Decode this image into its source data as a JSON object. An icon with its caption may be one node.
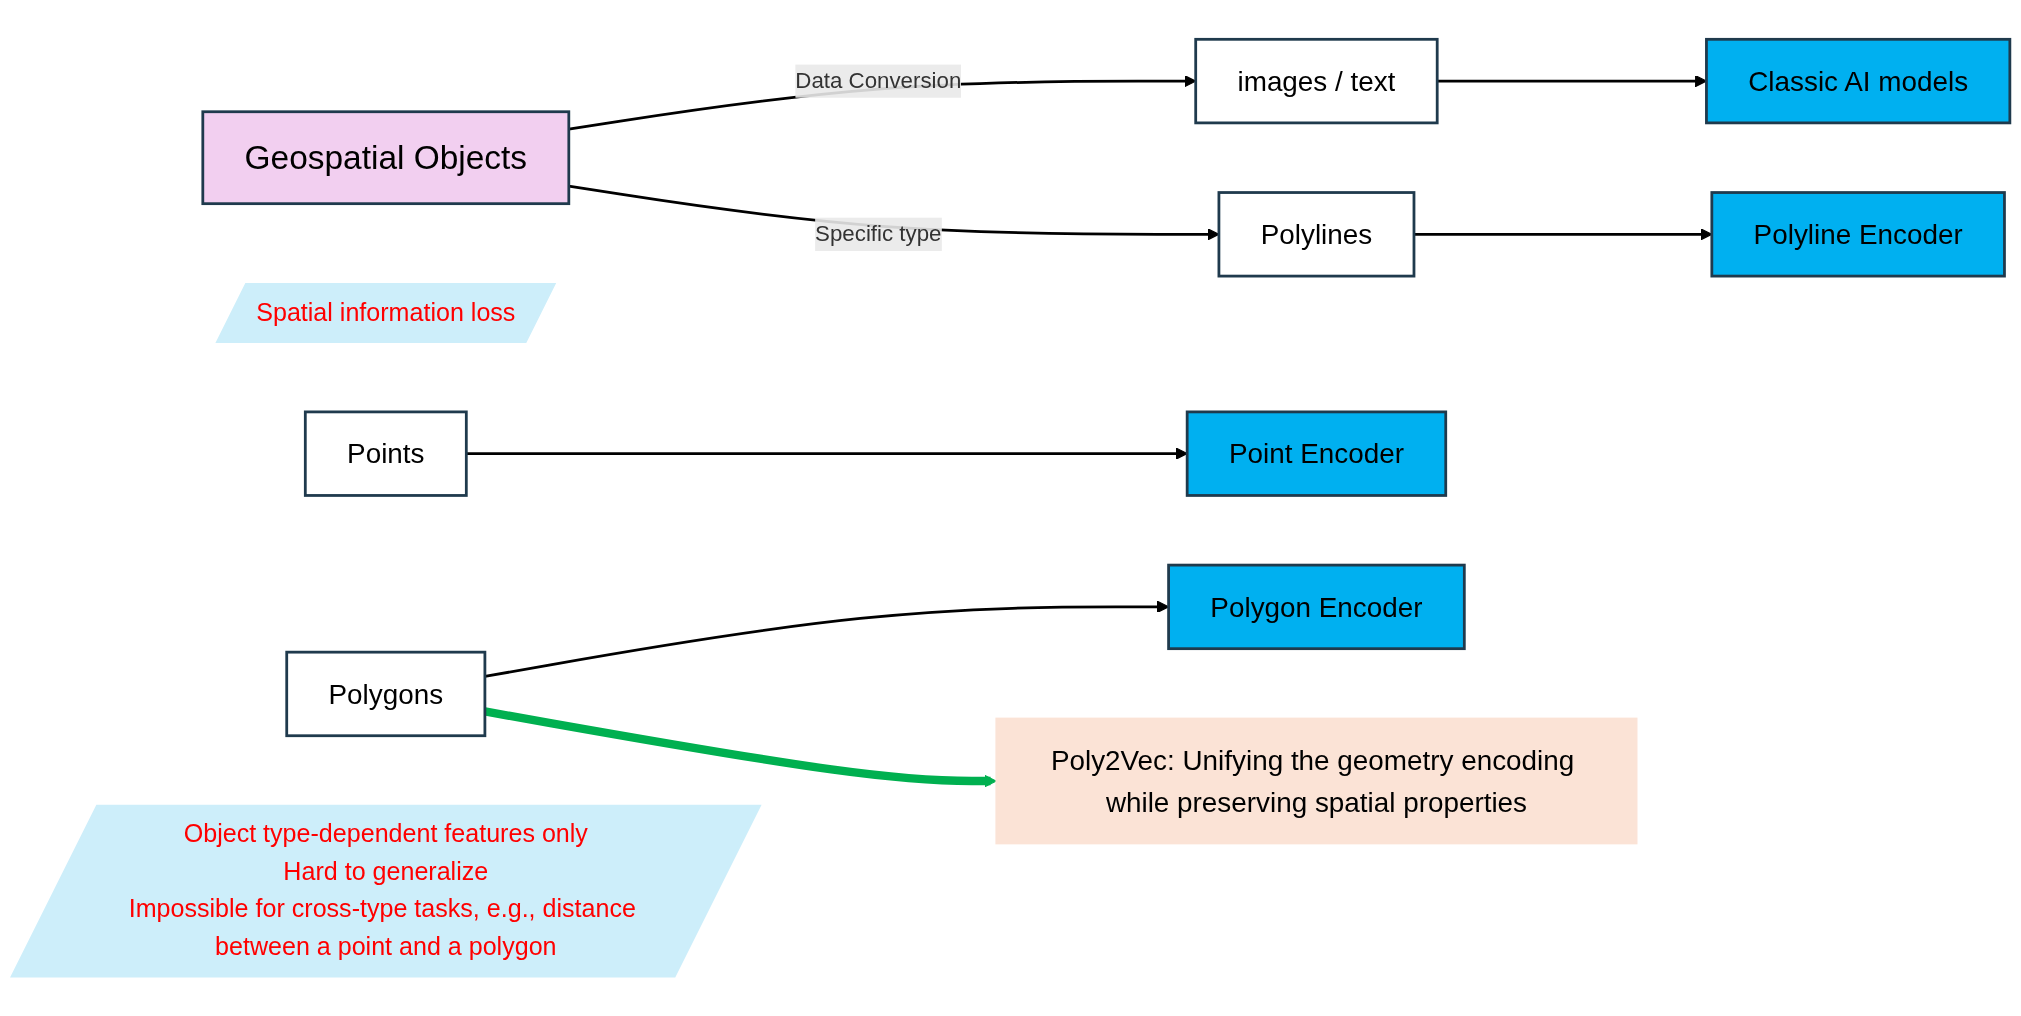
{
  "diagram": {
    "nodes": [
      {
        "text": [
          "Geospatial Objects"
        ]
      },
      {
        "text": [
          "Spatial information loss"
        ]
      },
      {
        "text": [
          "images / text"
        ]
      },
      {
        "text": [
          "Classic AI models"
        ]
      },
      {
        "text": [
          "Points"
        ]
      },
      {
        "text": [
          "Point Encoder"
        ]
      },
      {
        "text": [
          "Polylines"
        ]
      },
      {
        "text": [
          "Polyline Encoder"
        ]
      },
      {
        "text": [
          "Polygons"
        ]
      },
      {
        "text": [
          "Polygon Encoder"
        ]
      },
      {
        "text": [
          "Object type-dependent features only",
          "Hard to generalize",
          "Impossible for cross-type tasks, e.g., distance between a point and a polygon"
        ]
      },
      {
        "text": [
          "Poly2Vec: Unifying the geometry encoding while preserving spatial properties"
        ]
      }
    ],
    "edges": [
      {
        "from": 0,
        "to": 2,
        "arrow": "to",
        "label": "Data Conversion"
      },
      {
        "from": 0,
        "to": 6,
        "arrow": "to",
        "label": "Specific type"
      },
      {
        "from": 2,
        "to": 3,
        "arrow": "to"
      },
      {
        "from": 4,
        "to": 5,
        "arrow": "to"
      },
      {
        "from": 6,
        "to": 7,
        "arrow": "to"
      },
      {
        "from": 8,
        "to": 9,
        "arrow": "to"
      },
      {
        "from": 8,
        "to": 11,
        "arrow": "to",
        "style": "thick",
        "color": "#00b050"
      }
    ]
  }
}
